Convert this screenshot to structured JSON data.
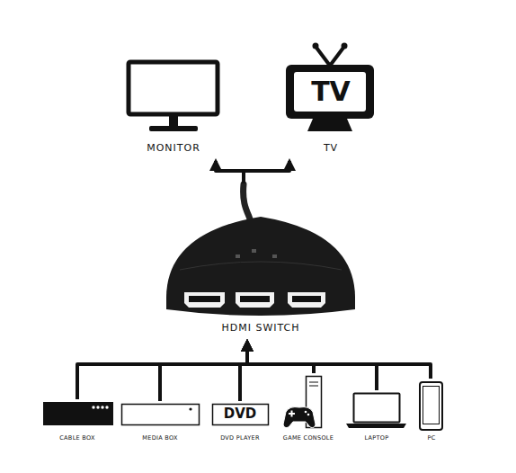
{
  "diagram": {
    "nodes": [
      {
        "text": [
          "MONITOR"
        ]
      },
      {
        "text": [
          "TV",
          "TV"
        ]
      },
      {
        "text": [
          "HDMI SWITCH"
        ]
      },
      {
        "text": [
          "CABLE BOX"
        ]
      },
      {
        "text": [
          "MEDIA BOX"
        ]
      },
      {
        "text": [
          "DVD",
          "DVD PLAYER"
        ]
      },
      {
        "text": [
          "GAME CONSOLE"
        ]
      },
      {
        "text": [
          "LAPTOP"
        ]
      },
      {
        "text": [
          "PC"
        ]
      }
    ],
    "edges": [
      {
        "from": 2,
        "to": 0,
        "arrow": "to"
      },
      {
        "from": 2,
        "to": 1,
        "arrow": "to"
      },
      {
        "from": 3,
        "to": 2,
        "arrow": "to"
      },
      {
        "from": 4,
        "to": 2,
        "arrow": "to"
      },
      {
        "from": 5,
        "to": 2,
        "arrow": "to"
      },
      {
        "from": 6,
        "to": 2,
        "arrow": "to"
      },
      {
        "from": 7,
        "to": 2,
        "arrow": "to"
      },
      {
        "from": 8,
        "to": 2,
        "arrow": "to"
      }
    ]
  }
}
